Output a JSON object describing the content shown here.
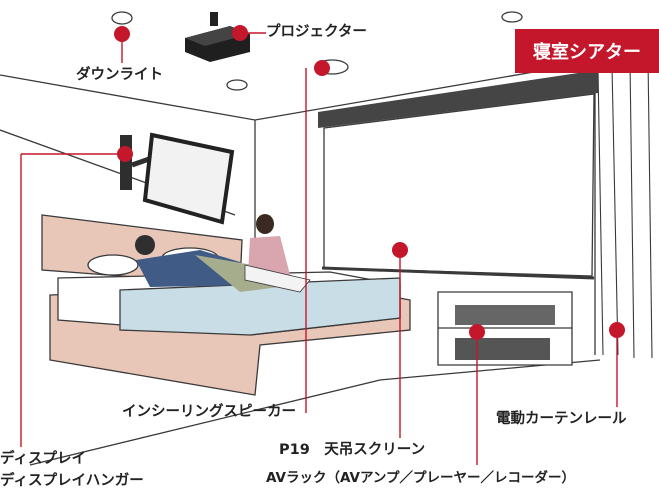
{
  "title_badge": "寝室シアター",
  "colors": {
    "accent": "#c4172c",
    "line": "#3a3a3a",
    "bed_frame": "#e8c6b8",
    "mattress": "#c9dde6",
    "screen": "#454545"
  },
  "labels": {
    "downlight": "ダウンライト",
    "projector": "プロジェクター",
    "ceiling_speaker": "インシーリングスピーカー",
    "screen": "P19　天吊スクリーン",
    "curtain_rail": "電動カーテンレール",
    "display": "ディスプレイ",
    "display_hanger": "ディスプレイハンガー",
    "av_rack": "AVラック（AVアンプ／プレーヤー／レコーダー）"
  }
}
